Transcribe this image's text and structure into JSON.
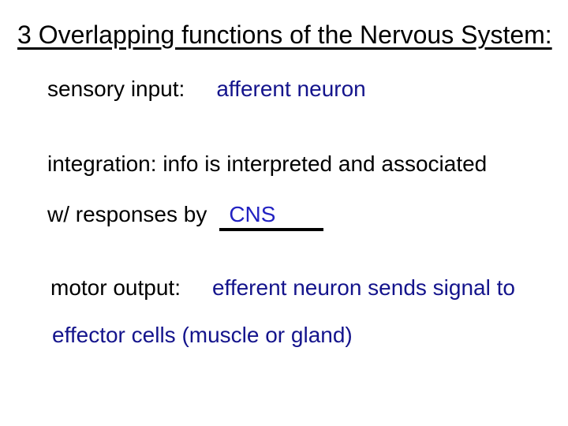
{
  "slide": {
    "title": "3 Overlapping functions of the Nervous System:",
    "sensory": {
      "label": "sensory input:",
      "answer": "afferent neuron"
    },
    "integration": {
      "line1": "integration: info is interpreted and associated",
      "line2_label": "w/ responses by",
      "blank_answer": "CNS"
    },
    "motor": {
      "label": "motor output:",
      "answer_line1": "efferent neuron sends signal to",
      "answer_line2": "effector cells (muscle or gland)"
    },
    "colors": {
      "background": "#ffffff",
      "text_black": "#000000",
      "answer_navy": "#14148c",
      "blank_answer_blue": "#2222c2",
      "blank_underline": "#000000"
    }
  }
}
